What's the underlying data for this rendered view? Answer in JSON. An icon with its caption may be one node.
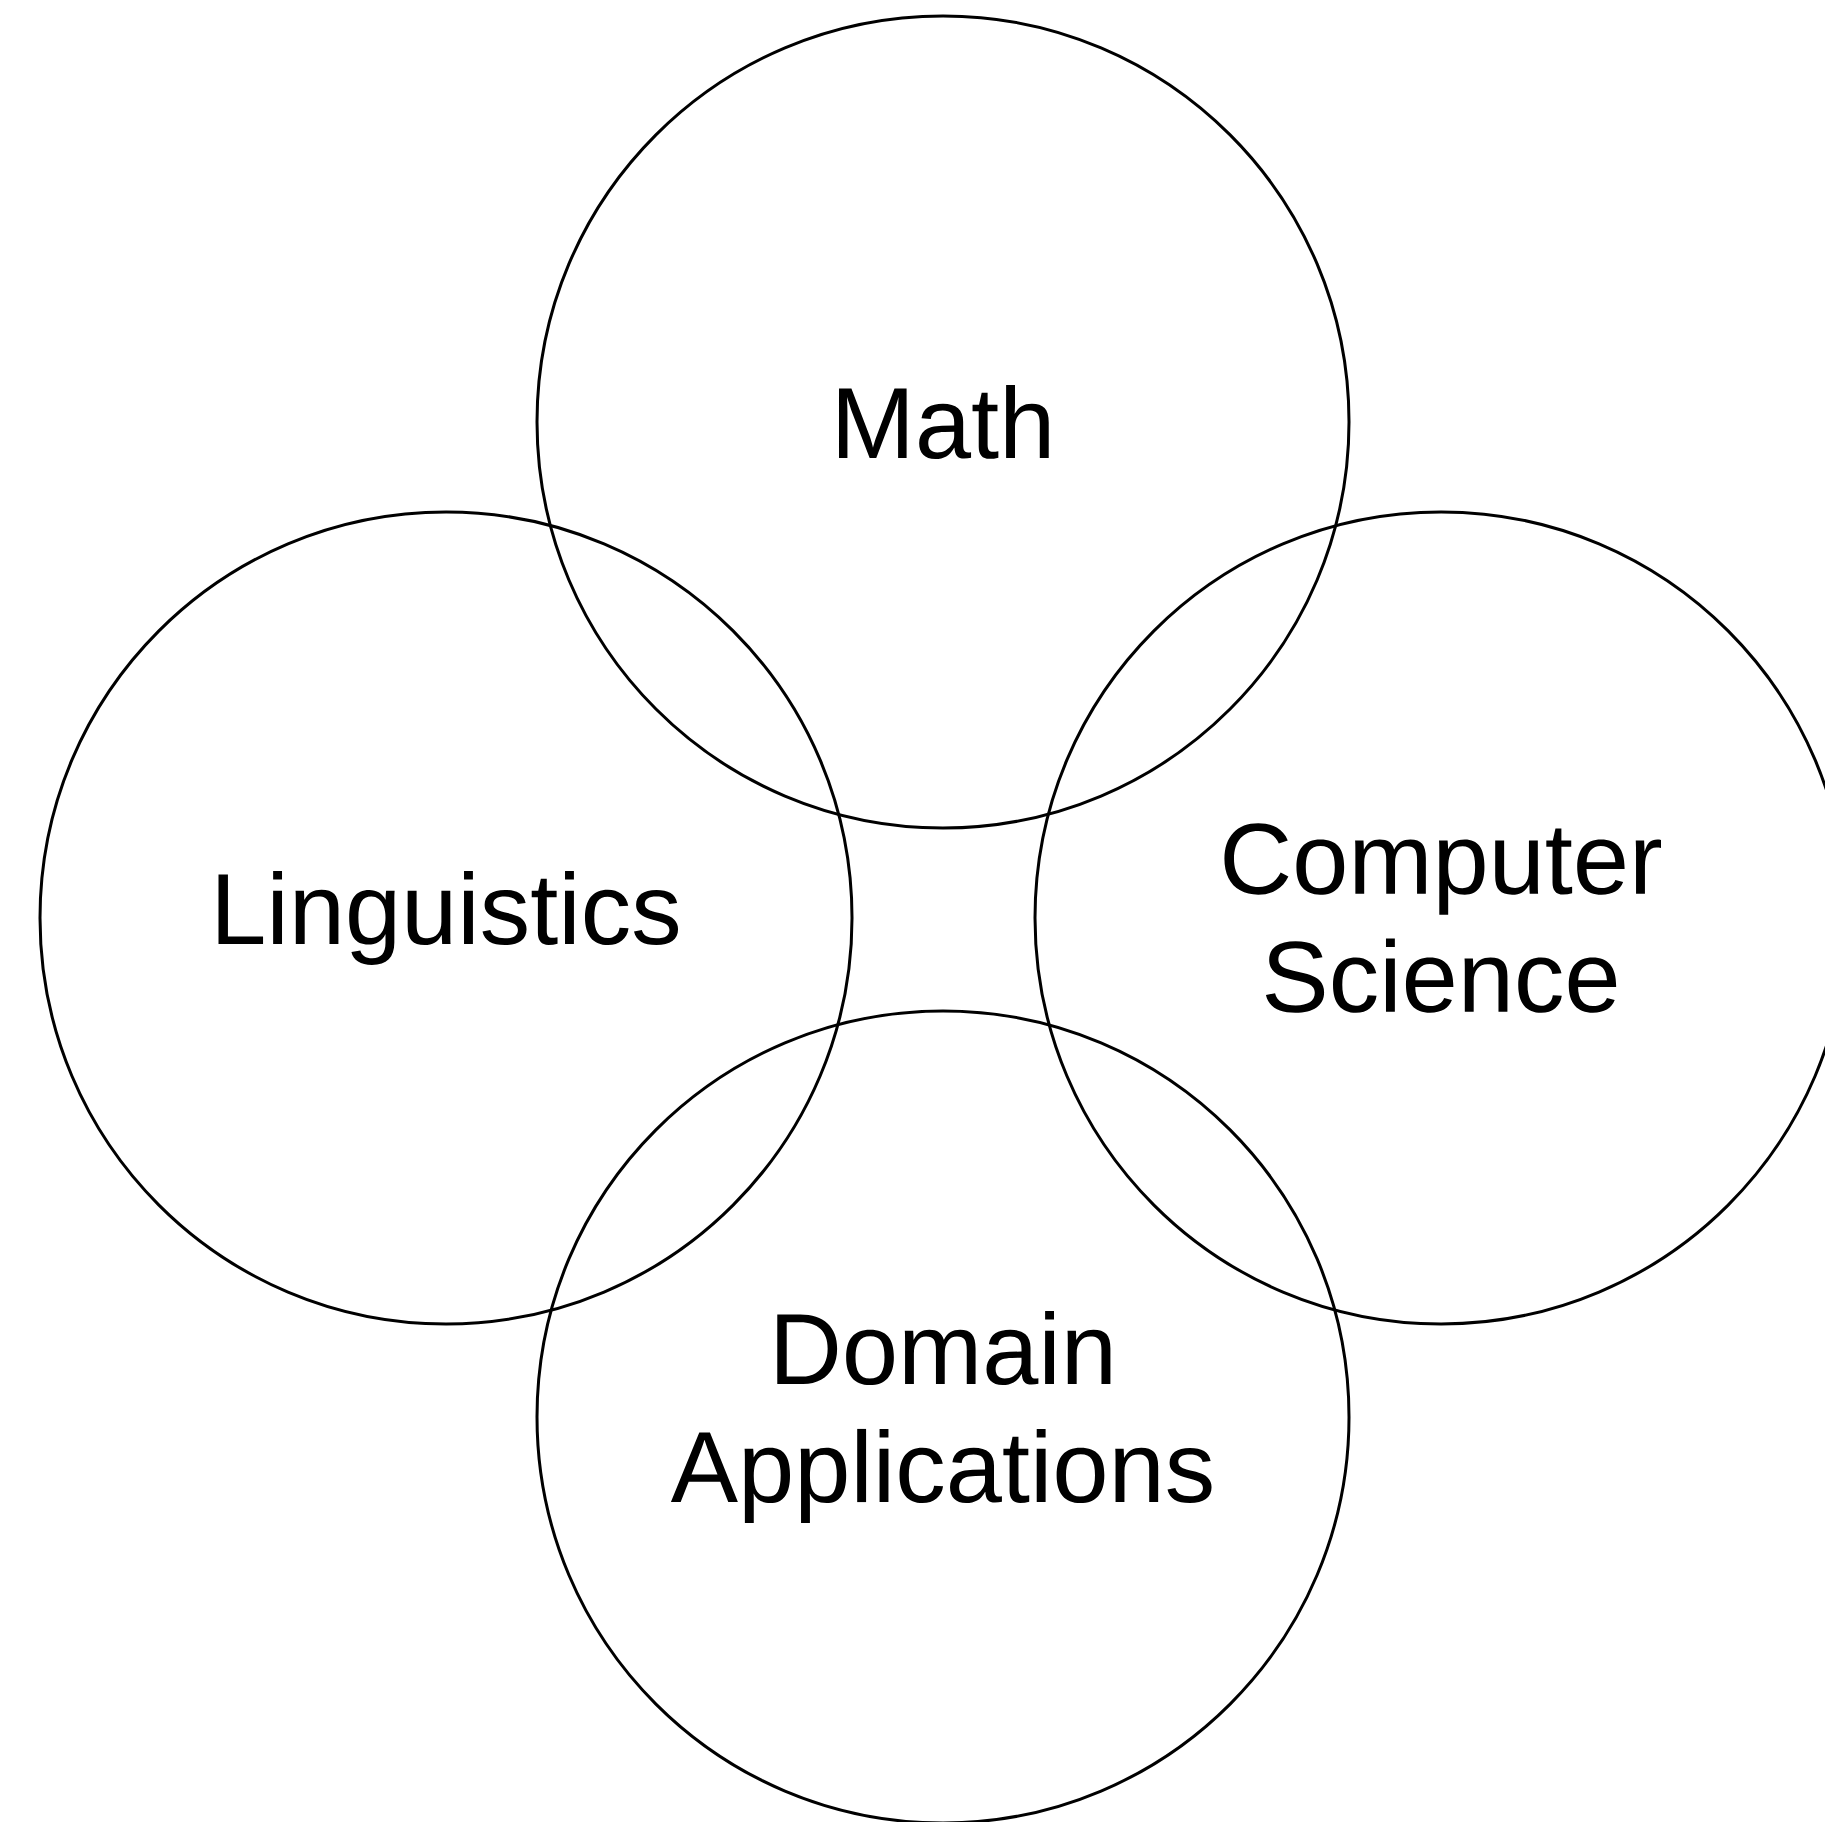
{
  "diagram": {
    "nodes": [
      {
        "text": [
          "Math"
        ]
      },
      {
        "text": [
          "Linguistics"
        ]
      },
      {
        "text": [
          "Computer Science"
        ]
      },
      {
        "text": [
          "Domain Applications"
        ]
      }
    ]
  }
}
